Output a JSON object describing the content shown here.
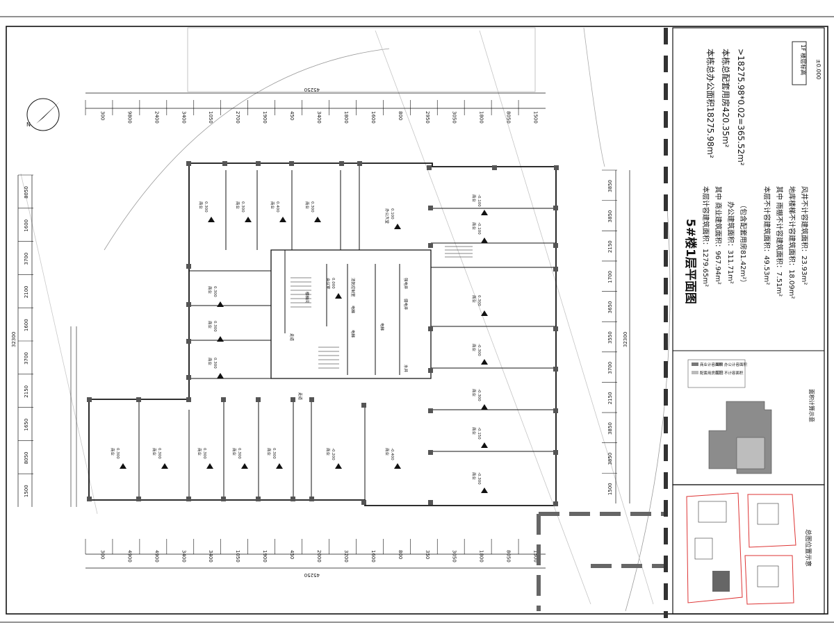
{
  "drawing": {
    "title": "5#楼1层平面图",
    "notes": [
      "本层计容建筑面积：1279.65m²",
      "其中  商业建筑面积：967.94m²",
      "办公建筑面积：311.71m²",
      "（包含配套用房81.42m²）",
      "本层不计容建筑面积：49.53m²",
      "其中  雨棚不计容建筑面积：7.51m²",
      "地库楼梯不计容建筑面积：18.09m²",
      "风井不计容建筑面积：23.93m²"
    ],
    "summary": [
      "本栋总办公面积18275.98m²",
      "本栋总配套用房420.35m²",
      ">18275.98*0.02=365.52m²"
    ],
    "floor_label": "1F 楼层标高",
    "floor_value": "±0.000",
    "area_calc_title": "面积计算示意",
    "site_location_title": "总图位置示意"
  },
  "dimensions": {
    "total": "45250",
    "top_row": [
      "300",
      "9800",
      "2400",
      "3400",
      "1050",
      "2700",
      "1900",
      "450",
      "3400",
      "1800",
      "1600",
      "800",
      "2950",
      "3050",
      "1800",
      "8050",
      "1500"
    ],
    "bottom_row": [
      "300",
      "4900",
      "4900",
      "3400",
      "3400",
      "1050",
      "1900",
      "450",
      "2000",
      "3200",
      "1600",
      "800",
      "350",
      "3050",
      "1800",
      "8050",
      "1500"
    ],
    "left_column": [
      "8050",
      "1600",
      "3700",
      "2100",
      "1600",
      "3700",
      "2150",
      "1650",
      "8050",
      "1500"
    ],
    "left_total": "32300",
    "right_column": [
      "3850",
      "3850",
      "2150",
      "1700",
      "3650",
      "3550",
      "3700",
      "2150",
      "3850",
      "3850",
      "1500"
    ],
    "right_total": "32300"
  },
  "rooms": {
    "shop": "商业",
    "office_hall": "办公大堂",
    "meeting": "会议室",
    "elevator": "电梯",
    "fire_control": "消防控制室",
    "strong_power": "强电井",
    "weak_power": "弱电井",
    "water_well": "水井",
    "corridor": "走道",
    "stair": "楼梯间"
  },
  "elevations": [
    "0.300",
    "0.300",
    "0.400",
    "0.300",
    "0.300",
    "-0.100",
    "0.300",
    "-0.300",
    "0.000",
    "0.100",
    "-0.150",
    "-0.200",
    "-0.400"
  ],
  "legend_items": [
    "商业计容面积",
    "办公计容面积",
    "配套用房面积",
    "不计容面积"
  ]
}
